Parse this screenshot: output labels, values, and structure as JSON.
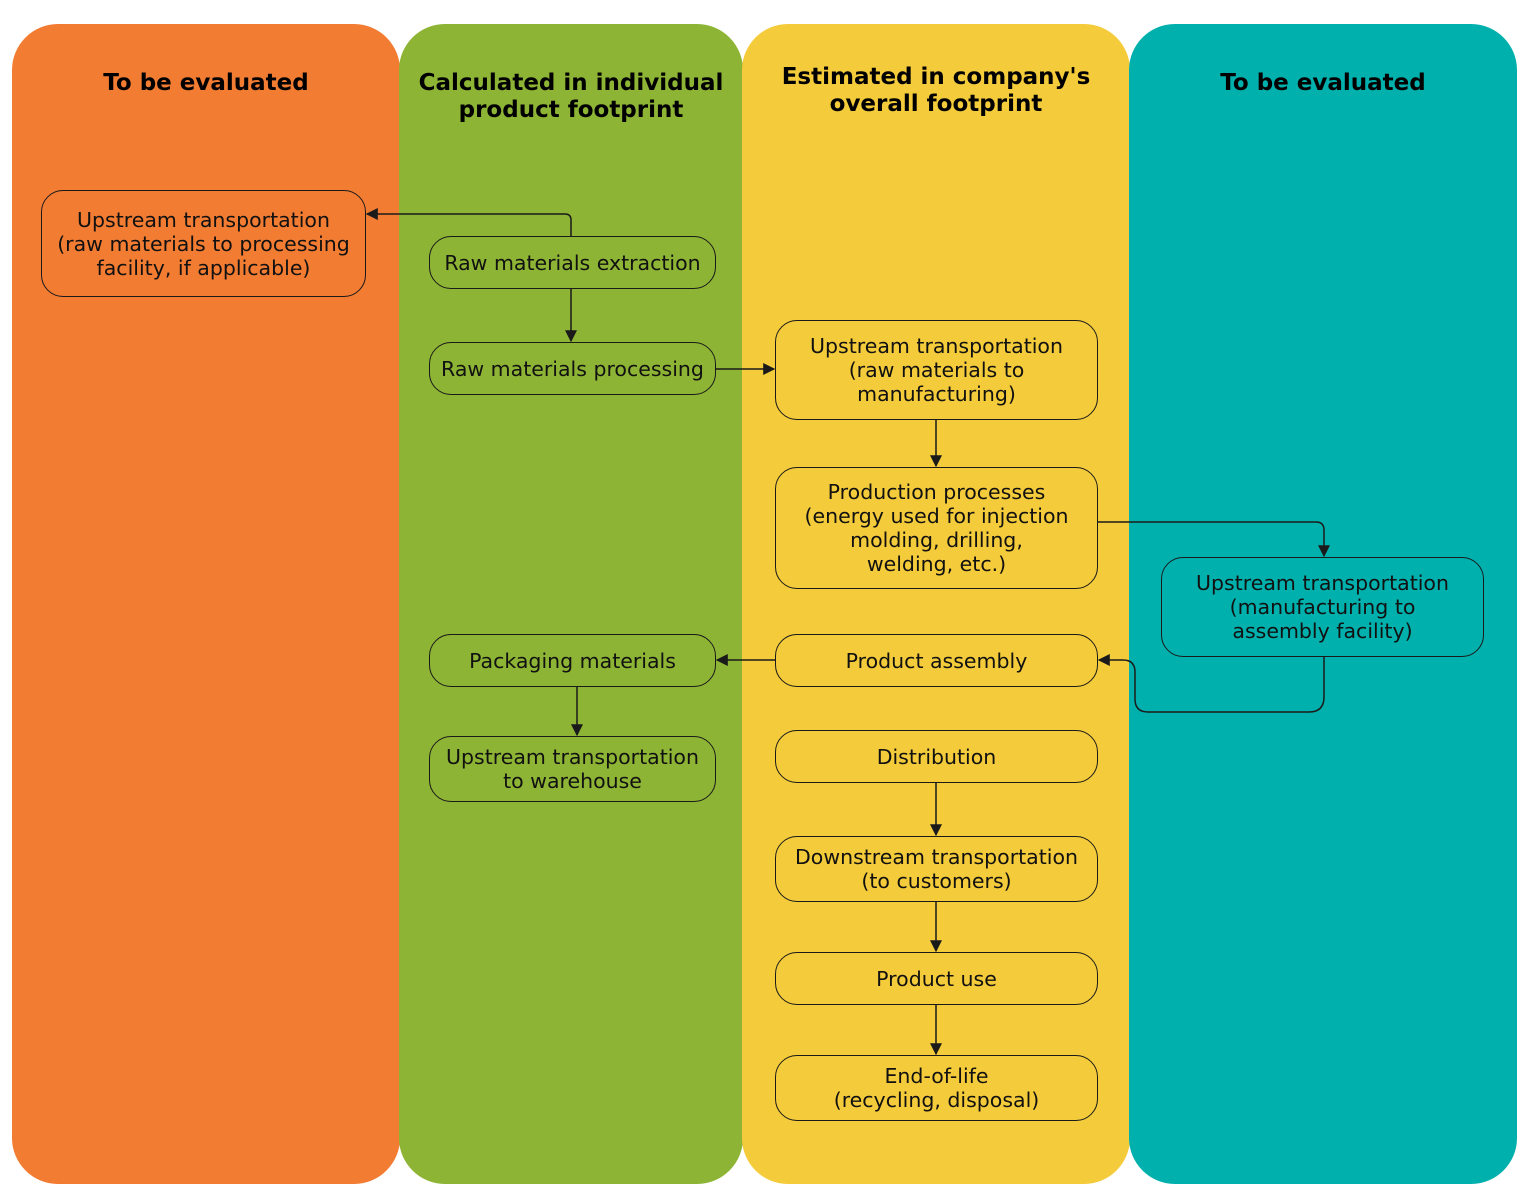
{
  "colors": {
    "orange": "#F37C33",
    "green": "#8DB434",
    "yellow": "#F4CB3A",
    "teal": "#00B0AD"
  },
  "lanes": [
    {
      "title_lines": [
        "To be evaluated"
      ]
    },
    {
      "title_lines": [
        "Calculated in individual",
        "product footprint"
      ]
    },
    {
      "title_lines": [
        "Estimated in company's",
        "overall footprint"
      ]
    },
    {
      "title_lines": [
        "To be evaluated"
      ]
    }
  ],
  "nodes": {
    "upstream_raw_processing": {
      "lines": [
        "Upstream transportation",
        "(raw materials to processing",
        "facility, if applicable)"
      ]
    },
    "raw_extraction": {
      "lines": [
        "Raw materials extraction"
      ]
    },
    "raw_processing": {
      "lines": [
        "Raw materials processing"
      ]
    },
    "packaging": {
      "lines": [
        "Packaging materials"
      ]
    },
    "upstream_warehouse": {
      "lines": [
        "Upstream transportation",
        "to warehouse"
      ]
    },
    "upstream_manufacturing": {
      "lines": [
        "Upstream transportation",
        "(raw materials to",
        "manufacturing)"
      ]
    },
    "production": {
      "lines": [
        "Production processes",
        "(energy used for injection",
        "molding, drilling,",
        "welding, etc.)"
      ]
    },
    "assembly": {
      "lines": [
        "Product assembly"
      ]
    },
    "distribution": {
      "lines": [
        "Distribution"
      ]
    },
    "downstream": {
      "lines": [
        "Downstream transportation",
        "(to customers)"
      ]
    },
    "product_use": {
      "lines": [
        "Product use"
      ]
    },
    "end_of_life": {
      "lines": [
        "End-of-life",
        "(recycling, disposal)"
      ]
    },
    "upstream_assembly": {
      "lines": [
        "Upstream transportation",
        "(manufacturing to",
        "assembly facility)"
      ]
    }
  }
}
